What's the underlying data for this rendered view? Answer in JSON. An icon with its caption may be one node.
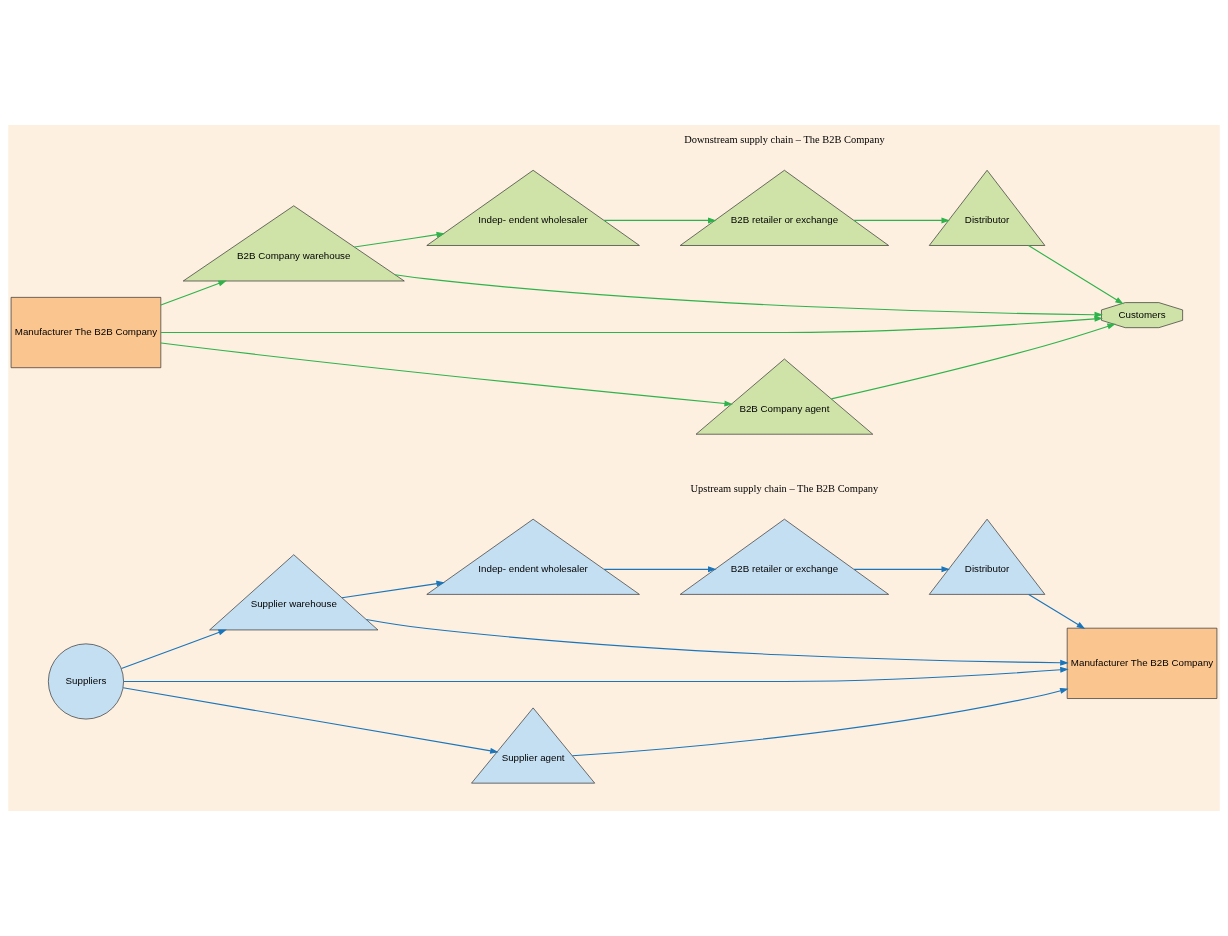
{
  "diagram": {
    "nodes": [
      {
        "text": [
          "Suppliers"
        ]
      },
      {
        "text": [
          "Supplier warehouse"
        ]
      },
      {
        "text": [
          "Indep- endent wholesaler"
        ]
      },
      {
        "text": [
          "B2B retailer or exchange"
        ]
      },
      {
        "text": [
          "Distributor"
        ]
      },
      {
        "text": [
          "Manufacturer The B2B Company"
        ]
      },
      {
        "text": [
          "Supplier agent"
        ]
      },
      {
        "text": [
          "Manufacturer The B2B Company"
        ]
      },
      {
        "text": [
          "B2B Company warehouse"
        ]
      },
      {
        "text": [
          "Indep- endent wholesaler"
        ]
      },
      {
        "text": [
          "B2B retailer or exchange"
        ]
      },
      {
        "text": [
          "Distributor"
        ]
      },
      {
        "text": [
          "Customers"
        ]
      },
      {
        "text": [
          "B2B Company agent"
        ]
      }
    ],
    "edges": [
      {
        "from": 0,
        "to": 1,
        "arrow": "to",
        "color": "#1a75bb"
      },
      {
        "from": 1,
        "to": 2,
        "arrow": "to",
        "color": "#1a75bb"
      },
      {
        "from": 2,
        "to": 3,
        "arrow": "to",
        "color": "#1a75bb"
      },
      {
        "from": 3,
        "to": 4,
        "arrow": "to",
        "color": "#1a75bb"
      },
      {
        "from": 4,
        "to": 5,
        "arrow": "to",
        "color": "#1a75bb"
      },
      {
        "from": 0,
        "to": 5,
        "arrow": "to",
        "color": "#1a75bb"
      },
      {
        "from": 1,
        "to": 5,
        "arrow": "to",
        "color": "#1a75bb"
      },
      {
        "from": 0,
        "to": 6,
        "arrow": "to",
        "color": "#1a75bb"
      },
      {
        "from": 6,
        "to": 5,
        "arrow": "to",
        "color": "#1a75bb"
      },
      {
        "from": 7,
        "to": 8,
        "arrow": "to",
        "color": "#2db34a"
      },
      {
        "from": 8,
        "to": 9,
        "arrow": "to",
        "color": "#2db34a"
      },
      {
        "from": 9,
        "to": 10,
        "arrow": "to",
        "color": "#2db34a"
      },
      {
        "from": 10,
        "to": 11,
        "arrow": "to",
        "color": "#2db34a"
      },
      {
        "from": 11,
        "to": 12,
        "arrow": "to",
        "color": "#2db34a"
      },
      {
        "from": 7,
        "to": 12,
        "arrow": "to",
        "color": "#2db34a"
      },
      {
        "from": 8,
        "to": 12,
        "arrow": "to",
        "color": "#2db34a"
      },
      {
        "from": 7,
        "to": 13,
        "arrow": "to",
        "color": "#2db34a"
      },
      {
        "from": 13,
        "to": 12,
        "arrow": "to",
        "color": "#2db34a"
      }
    ],
    "labels": [
      "Upstream supply chain – The B2B Company",
      "Downstream supply chain – The B2B Company"
    ]
  }
}
